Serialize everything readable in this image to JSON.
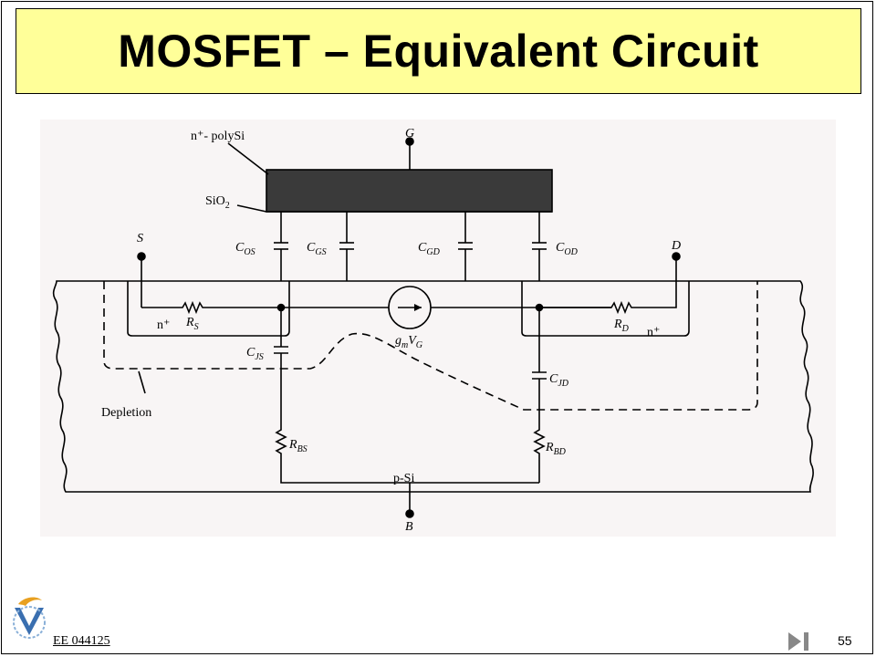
{
  "slide": {
    "title": "MOSFET – Equivalent Circuit",
    "footer_link": "EE 044125",
    "page_number": "55",
    "logo_icon": "technion-logo-icon",
    "nav_icon": "next-slide-icon"
  },
  "diagram": {
    "labels": {
      "gate_material": "n⁺- polySi",
      "oxide": "SiO",
      "oxide_sub": "2",
      "gate": "G",
      "source": "S",
      "drain": "D",
      "bulk": "B",
      "substrate": "p-Si",
      "source_region": "n⁺",
      "drain_region": "n⁺",
      "depletion": "Depletion"
    },
    "components": {
      "c_os": {
        "main": "C",
        "sub": "OS"
      },
      "c_gs": {
        "main": "C",
        "sub": "GS"
      },
      "c_gd": {
        "main": "C",
        "sub": "GD"
      },
      "c_od": {
        "main": "C",
        "sub": "OD"
      },
      "r_s": {
        "main": "R",
        "sub": "S"
      },
      "r_d": {
        "main": "R",
        "sub": "D"
      },
      "c_js": {
        "main": "C",
        "sub": "JS"
      },
      "c_jd": {
        "main": "C",
        "sub": "JD"
      },
      "r_bs": {
        "main": "R",
        "sub": "BS"
      },
      "r_bd": {
        "main": "R",
        "sub": "BD"
      },
      "gm_vg": {
        "g": "g",
        "g_sub": "m",
        "v": "V",
        "v_sub": "G"
      }
    }
  }
}
